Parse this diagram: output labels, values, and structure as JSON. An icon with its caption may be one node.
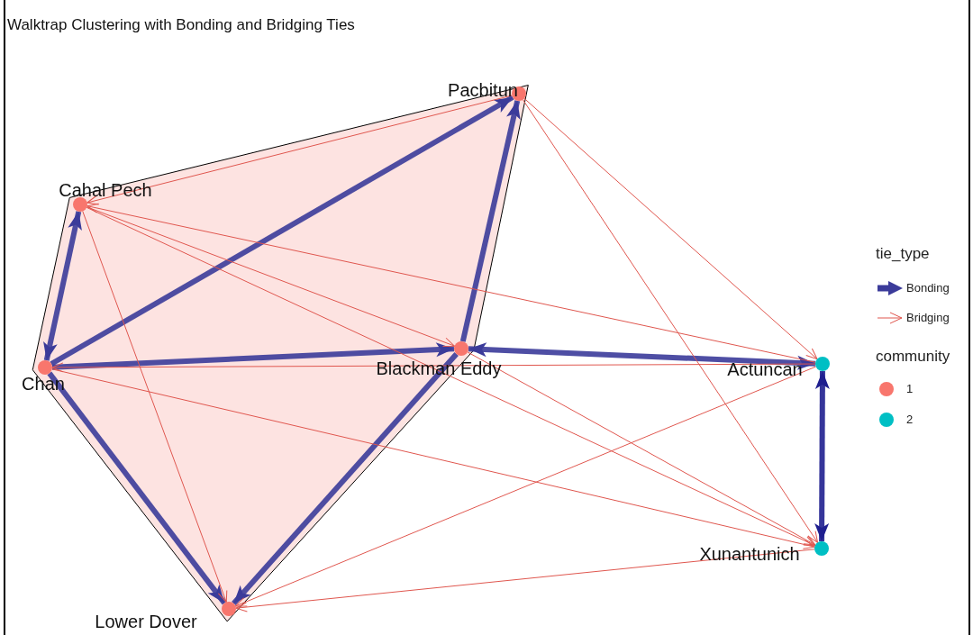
{
  "diagram": {
    "title": "Walktrap Clustering with Bonding and Bridging Ties",
    "nodes": [
      {
        "text": [
          "Pacbitun"
        ]
      },
      {
        "text": [
          "Cahal Pech"
        ]
      },
      {
        "text": [
          "Chan"
        ]
      },
      {
        "text": [
          "Blackman Eddy"
        ]
      },
      {
        "text": [
          "Actuncan"
        ]
      },
      {
        "text": [
          "Xunantunich"
        ]
      },
      {
        "text": [
          "Lower Dover"
        ]
      }
    ],
    "edges": [
      {
        "from": 2,
        "to": 1,
        "arrow": "both",
        "style": "thick",
        "color": "#3b3b9a"
      },
      {
        "from": 2,
        "to": 0,
        "arrow": "to",
        "style": "thick",
        "color": "#3b3b9a"
      },
      {
        "from": 2,
        "to": 3,
        "arrow": "to",
        "style": "thick",
        "color": "#3b3b9a"
      },
      {
        "from": 3,
        "to": 0,
        "arrow": "to",
        "style": "thick",
        "color": "#3b3b9a"
      },
      {
        "from": 3,
        "to": 4,
        "arrow": "both",
        "style": "thick",
        "color": "#3b3b9a"
      },
      {
        "from": 4,
        "to": 5,
        "arrow": "both",
        "style": "thick",
        "color": "#1f1f8f"
      },
      {
        "from": 2,
        "to": 6,
        "arrow": "to",
        "style": "thick",
        "color": "#3b3b9a"
      },
      {
        "from": 3,
        "to": 6,
        "arrow": "to",
        "style": "thick",
        "color": "#3b3b9a"
      },
      {
        "from": 0,
        "to": 1,
        "arrow": "to"
      },
      {
        "from": 4,
        "to": 1,
        "arrow": "to"
      },
      {
        "from": 1,
        "to": 3,
        "arrow": "to"
      },
      {
        "from": 1,
        "to": 5,
        "arrow": "to"
      },
      {
        "from": 1,
        "to": 6,
        "arrow": "to"
      },
      {
        "from": 4,
        "to": 2,
        "arrow": "to"
      },
      {
        "from": 2,
        "to": 5,
        "arrow": "to"
      },
      {
        "from": 0,
        "to": 4,
        "arrow": "to"
      },
      {
        "from": 0,
        "to": 5,
        "arrow": "to"
      },
      {
        "from": 3,
        "to": 5,
        "arrow": "to"
      },
      {
        "from": 4,
        "to": 6,
        "arrow": "to"
      },
      {
        "from": 5,
        "to": 6,
        "arrow": "to"
      }
    ],
    "labels": [
      "tie_type",
      "community"
    ],
    "legend": [
      {
        "text": "Bonding"
      },
      {
        "text": "Bridging"
      },
      {
        "text": "1",
        "color": "#f8766d"
      },
      {
        "text": "2",
        "color": "#00bfc4"
      }
    ]
  }
}
